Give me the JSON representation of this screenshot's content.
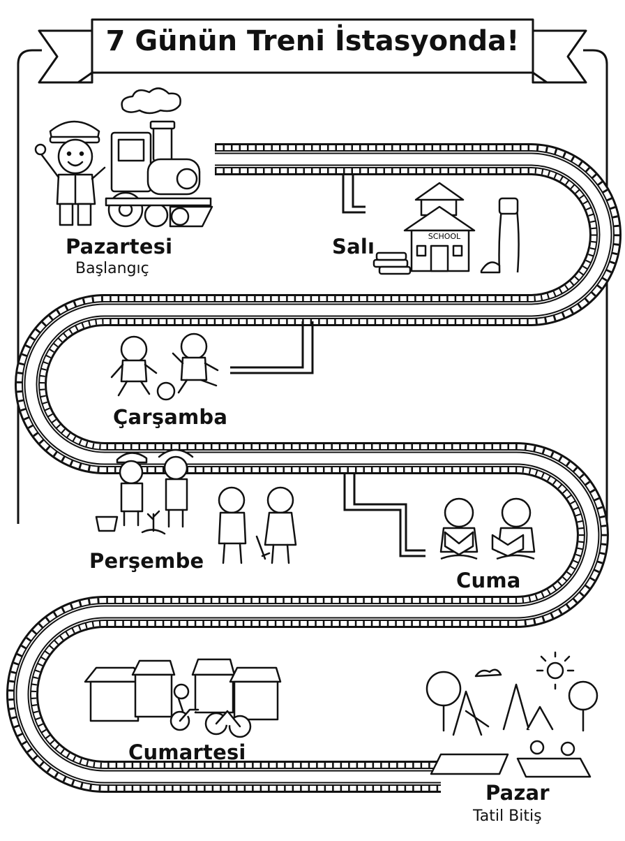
{
  "title": "7 Günün Treni İstasyonda!",
  "days": [
    {
      "name": "Pazartesi",
      "subtitle": "Başlangıç",
      "scene": "train-conductor"
    },
    {
      "name": "Salı",
      "scene": "school"
    },
    {
      "name": "Çarşamba",
      "scene": "kids-playing-football"
    },
    {
      "name": "Perşembe",
      "scene": "kids-gardening"
    },
    {
      "name": "Cuma",
      "scene": "kids-reading"
    },
    {
      "name": "Cumartesi",
      "scene": "market-and-bicycles"
    },
    {
      "name": "Pazar",
      "subtitle": "Tatil Bitiş",
      "scene": "park-picnic"
    }
  ],
  "school_sign": "SCHOOL",
  "colors": {
    "ink": "#111111",
    "paper": "#ffffff"
  }
}
